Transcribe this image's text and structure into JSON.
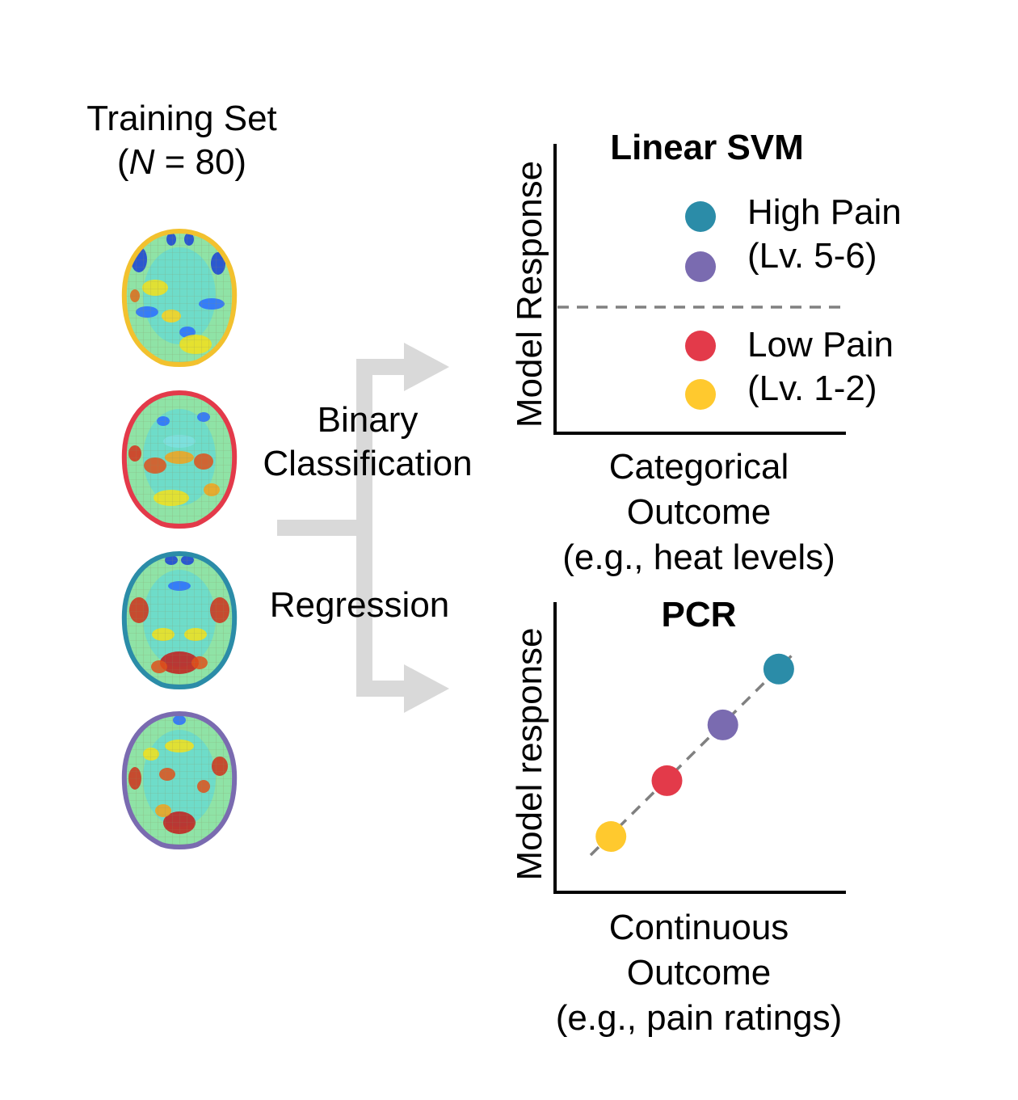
{
  "training": {
    "title": "Training Set",
    "n_prefix": "(",
    "n_symbol": "N",
    "n_suffix": " = 80)"
  },
  "brains": [
    {
      "name": "brain-high-1",
      "outline": "#F2C12E"
    },
    {
      "name": "brain-low-1",
      "outline": "#E33A4A"
    },
    {
      "name": "brain-high-2",
      "outline": "#2B8CA8"
    },
    {
      "name": "brain-low-2",
      "outline": "#7A6BB0"
    }
  ],
  "arrows": {
    "top_label_line1": "Binary",
    "top_label_line2": "Classification",
    "bottom_label": "Regression",
    "color": "#D9D9D9"
  },
  "svm": {
    "title": "Linear SVM",
    "ylabel": "Model Response",
    "xlabel_line1": "Categorical",
    "xlabel_line2": "Outcome",
    "xlabel_line3": "(e.g., heat levels)",
    "legend": {
      "high_line1": "High Pain",
      "high_line2": "(Lv. 5-6)",
      "low_line1": "Low Pain",
      "low_line2": "(Lv. 1-2)",
      "colors": {
        "teal": "#2B8CA8",
        "purple": "#7A6BB0",
        "red": "#E33A4A",
        "yellow": "#FFC92E"
      }
    }
  },
  "pcr": {
    "title": "PCR",
    "ylabel": "Model response",
    "xlabel_line1": "Continuous",
    "xlabel_line2": "Outcome",
    "xlabel_line3": "(e.g., pain ratings)"
  },
  "chart_data": {
    "type": "scatter",
    "title": "PCR",
    "xlabel": "Continuous Outcome (e.g., pain ratings)",
    "ylabel": "Model response",
    "series": [
      {
        "points": [
          [
            1,
            1
          ],
          [
            2,
            2
          ],
          [
            3,
            3
          ],
          [
            4,
            4
          ]
        ],
        "colors": [
          "#FFC92E",
          "#E33A4A",
          "#7A6BB0",
          "#2B8CA8"
        ]
      }
    ],
    "trend_line": "dashed",
    "xlim": [
      0,
      5.2
    ],
    "ylim": [
      0,
      5.2
    ]
  }
}
